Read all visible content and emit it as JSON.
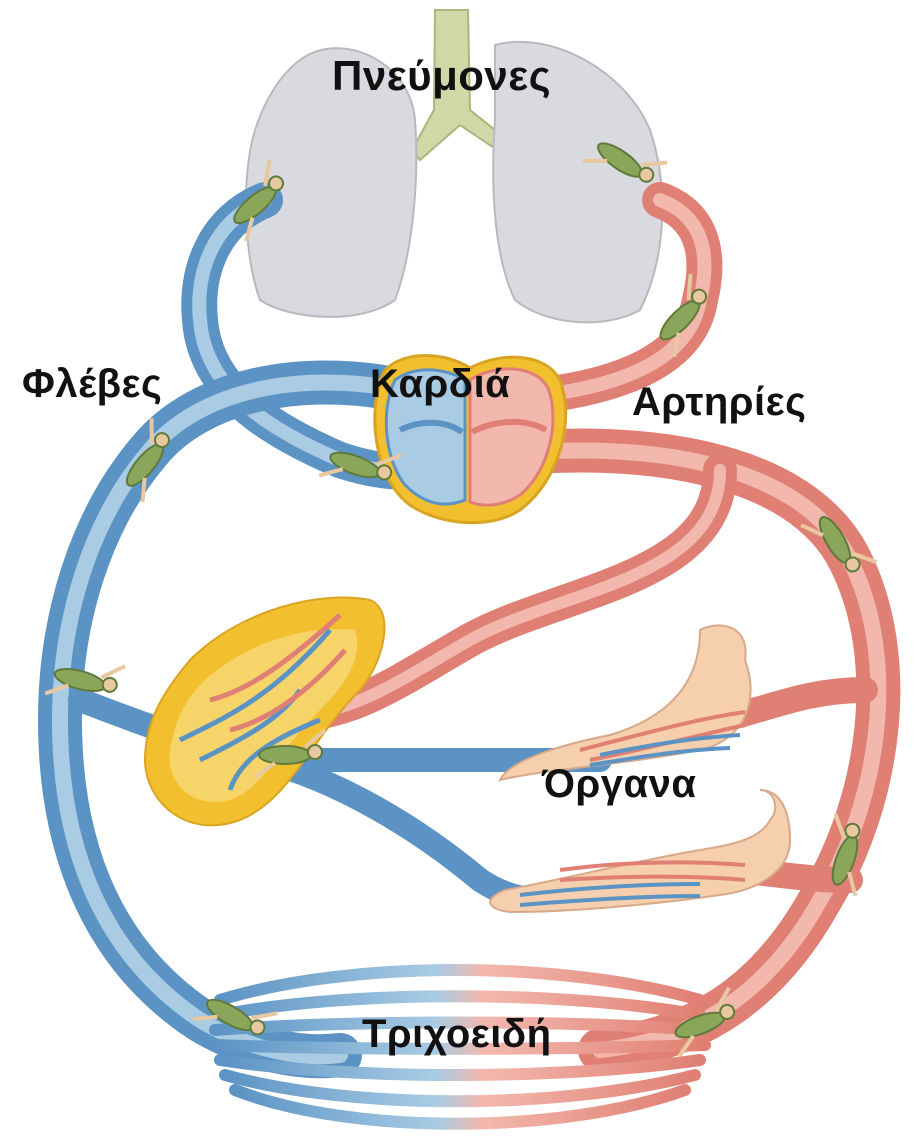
{
  "labels": {
    "lungs": "Πνεύμονες",
    "heart": "Καρδιά",
    "veins": "Φλέβες",
    "arteries": "Αρτηρίες",
    "organs": "Όργανα",
    "capillaries": "Τριχοειδή"
  },
  "colors": {
    "vein_blue": "#5b93c4",
    "vein_light": "#a9cbe4",
    "artery_red": "#e07f73",
    "artery_light": "#f3b8ad",
    "lung_gray": "#d9dadf",
    "trachea_green": "#cfd9a8",
    "fat_yellow": "#f2c02e",
    "organ_peach": "#f6cfae",
    "swimmer_green": "#8aa65a"
  },
  "icons": {
    "swimmer": "swimmer-figure-icon"
  }
}
